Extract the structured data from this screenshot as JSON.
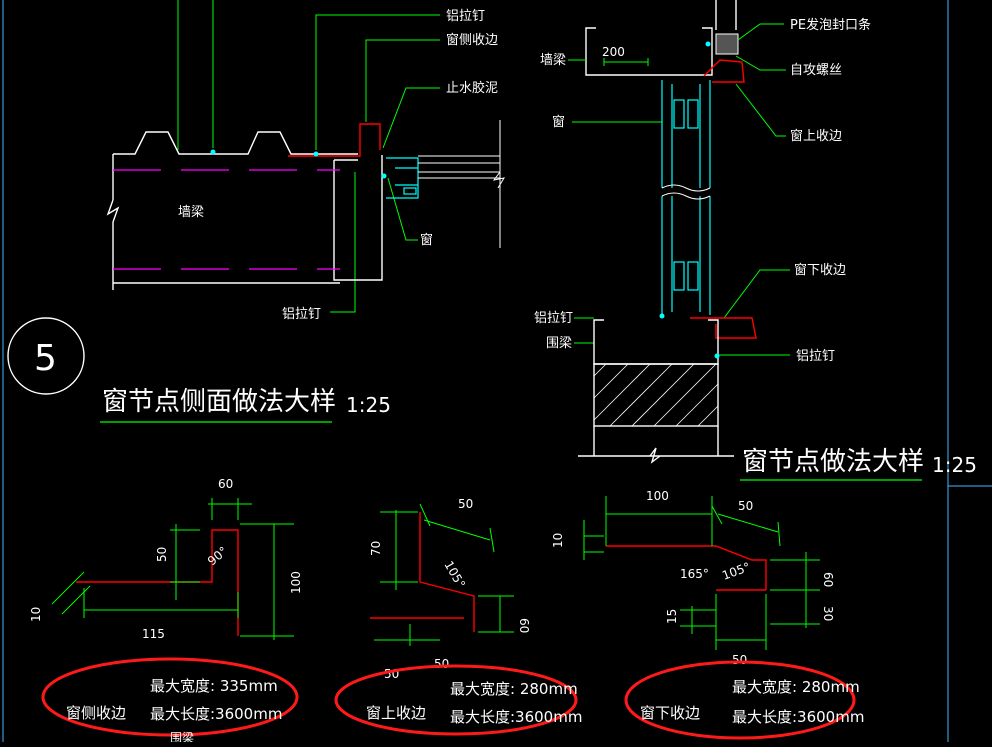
{
  "colors": {
    "background": "#000000",
    "structure": "#ffffff",
    "leader": "#00ff00",
    "window": "#00ffff",
    "trim": "#ff0000",
    "hidden": "#ff00ff",
    "highlight": "#ff1a1a",
    "frame": "#3fb6ff"
  },
  "left_detail": {
    "labels": {
      "rivet_top": "铝拉钉",
      "side_trim": "窗侧收边",
      "sealant": "止水胶泥",
      "wall_beam": "墙梁",
      "window": "窗",
      "rivet_bottom": "铝拉钉"
    },
    "marker": "5",
    "title": "窗节点侧面做法大样",
    "scale": "1:25"
  },
  "right_detail": {
    "labels": {
      "pe_strip": "PE发泡封口条",
      "wall_beam": "墙梁",
      "tapping_screw": "自攻螺丝",
      "window": "窗",
      "top_trim": "窗上收边",
      "bottom_trim": "窗下收边",
      "rivet_left": "铝拉钉",
      "ring_beam": "围梁",
      "rivet_right": "铝拉钉"
    },
    "dim_200": "200",
    "title": "窗节点做法大样",
    "scale": "1:25"
  },
  "profiles": {
    "side": {
      "dims": {
        "d60": "60",
        "d50": "50",
        "d100": "100",
        "d115": "115",
        "d10": "10",
        "angle": "90°"
      },
      "name": "窗侧收边",
      "width_label": "最大宽度: 335mm",
      "length_label": "最大长度:3600mm",
      "cut_label": "围梁"
    },
    "top": {
      "dims": {
        "d50": "50",
        "d70": "70",
        "d60": "60",
        "d50b": "50",
        "d50c": "50",
        "angle": "105°"
      },
      "name": "窗上收边",
      "width_label": "最大宽度: 280mm",
      "length_label": "最大长度:3600mm"
    },
    "bottom": {
      "dims": {
        "d100": "100",
        "d50": "50",
        "d10": "10",
        "d60": "60",
        "d15": "15",
        "d30": "30",
        "d50b": "50",
        "angle1": "165°",
        "angle2": "105°"
      },
      "name": "窗下收边",
      "width_label": "最大宽度: 280mm",
      "length_label": "最大长度:3600mm"
    }
  }
}
